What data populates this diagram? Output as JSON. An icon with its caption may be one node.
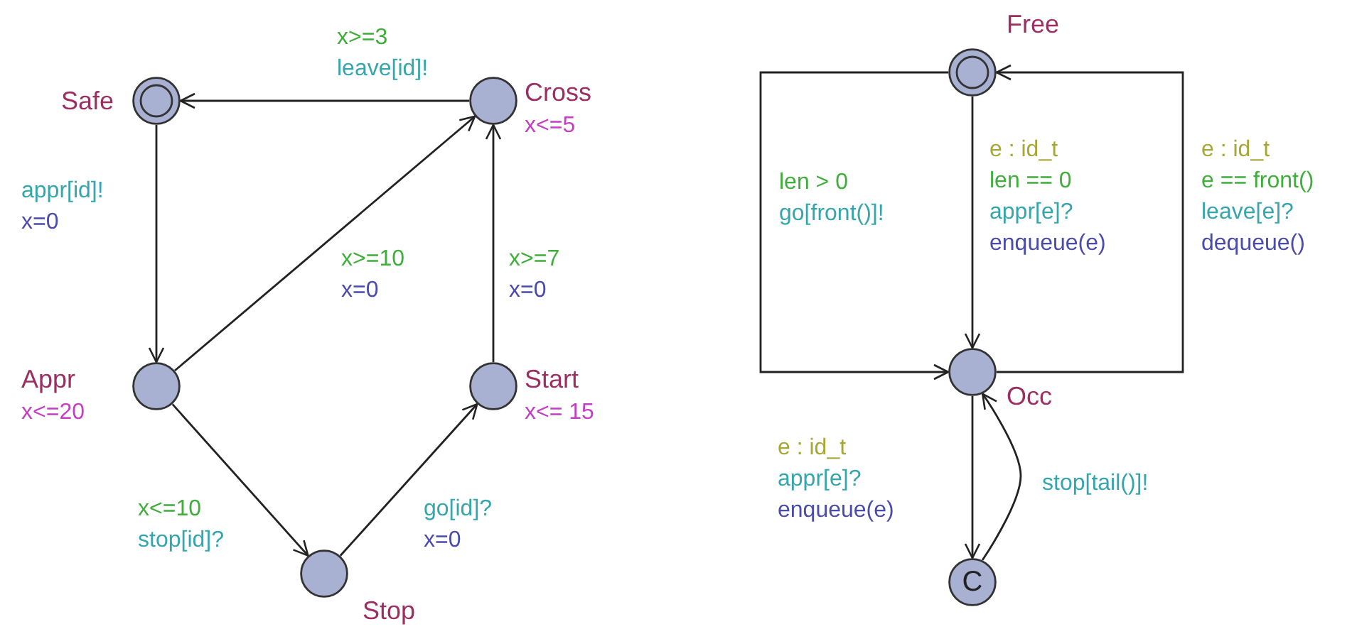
{
  "diagram": {
    "nodes": [
      {
        "text": [],
        "shape": "circle",
        "beside": [
          "Safe"
        ]
      },
      {
        "text": [],
        "shape": "circle",
        "beside": [
          "Cross",
          "x<=5"
        ]
      },
      {
        "text": [],
        "shape": "circle",
        "beside": [
          "Appr",
          "x<=20"
        ]
      },
      {
        "text": [],
        "shape": "circle",
        "beside": [
          "Start",
          "x<= 15"
        ]
      },
      {
        "text": [],
        "shape": "circle",
        "beside": [
          "Stop"
        ]
      },
      {
        "text": [],
        "shape": "circle",
        "beside": [
          "Free"
        ]
      },
      {
        "text": [],
        "shape": "circle",
        "beside": [
          "Occ"
        ]
      },
      {
        "text": [
          "C"
        ]
      }
    ],
    "edges": [
      {
        "from": 1,
        "to": 0,
        "arrow": "to",
        "label": "x>=3 leave[id]!"
      },
      {
        "from": 0,
        "to": 2,
        "arrow": "to",
        "label": "appr[id]! x=0"
      },
      {
        "from": 2,
        "to": 1,
        "arrow": "to",
        "label": "x>=10 x=0"
      },
      {
        "from": 3,
        "to": 1,
        "arrow": "to",
        "label": "x>=7 x=0"
      },
      {
        "from": 2,
        "to": 4,
        "arrow": "to",
        "label": "x<=10 stop[id]?"
      },
      {
        "from": 4,
        "to": 3,
        "arrow": "to",
        "label": "go[id]? x=0"
      },
      {
        "from": 5,
        "to": 6,
        "arrow": "to",
        "label": "e : id_t len == 0 appr[e]? enqueue(e)"
      },
      {
        "from": 5,
        "to": 6,
        "arrow": "to",
        "label": "len > 0 go[front()]!"
      },
      {
        "from": 6,
        "to": 5,
        "arrow": "to",
        "label": "e : id_t e == front() leave[e]? dequeue()"
      },
      {
        "from": 6,
        "to": 7,
        "arrow": "to",
        "label": "e : id_t appr[e]? enqueue(e)"
      },
      {
        "from": 7,
        "to": 6,
        "arrow": "to",
        "label": "stop[tail()]!"
      }
    ]
  }
}
